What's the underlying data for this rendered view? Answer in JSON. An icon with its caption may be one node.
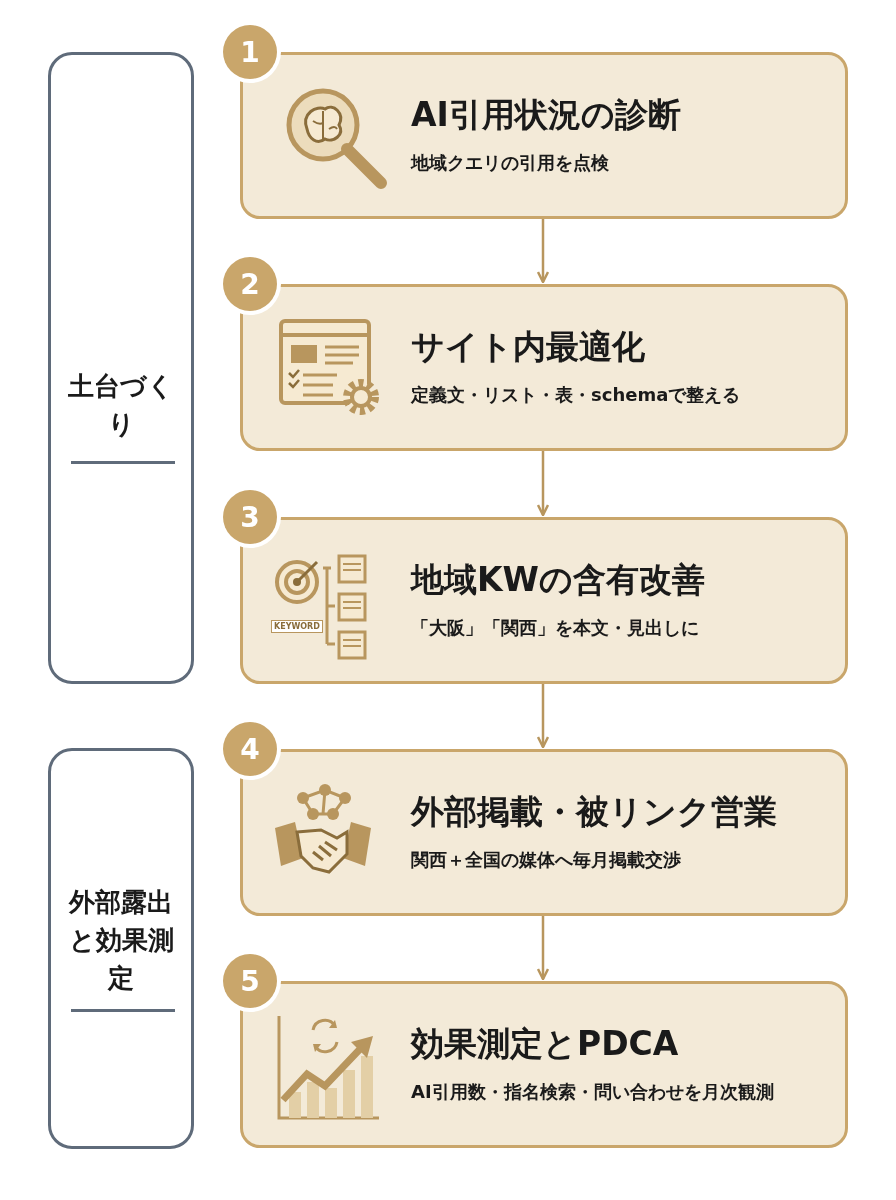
{
  "diagram": {
    "nodes": [
      {
        "text": [
          "土台づくり"
        ]
      },
      {
        "text": [
          "外部露出と効果測定"
        ]
      },
      {
        "text": [
          "1"
        ]
      },
      {
        "text": [
          "AI引用状況の診断",
          "地域クエリの引用を点検"
        ]
      },
      {
        "text": [
          "2"
        ]
      },
      {
        "text": [
          "サイト内最適化",
          "定義文・リスト・表・schemaで整える"
        ]
      },
      {
        "text": [
          "3"
        ]
      },
      {
        "text": [
          "地域KWの含有改善",
          "「大阪」「関西」を本文・見出しに"
        ]
      },
      {
        "text": [
          "4"
        ]
      },
      {
        "text": [
          "外部掲載・被リンク営業",
          "関西＋全国の媒体へ毎月掲載交渉"
        ]
      },
      {
        "text": [
          "5"
        ]
      },
      {
        "text": [
          "効果測定とPDCA",
          "AI引用数・指名検索・問い合わせを月次観測"
        ]
      }
    ],
    "edges": [
      {
        "from": 3,
        "to": 5,
        "arrow": "to"
      },
      {
        "from": 5,
        "to": 7,
        "arrow": "to"
      },
      {
        "from": 7,
        "to": 9,
        "arrow": "to"
      },
      {
        "from": 9,
        "to": 11,
        "arrow": "to"
      }
    ],
    "labels": [
      "KEYWORD"
    ]
  }
}
